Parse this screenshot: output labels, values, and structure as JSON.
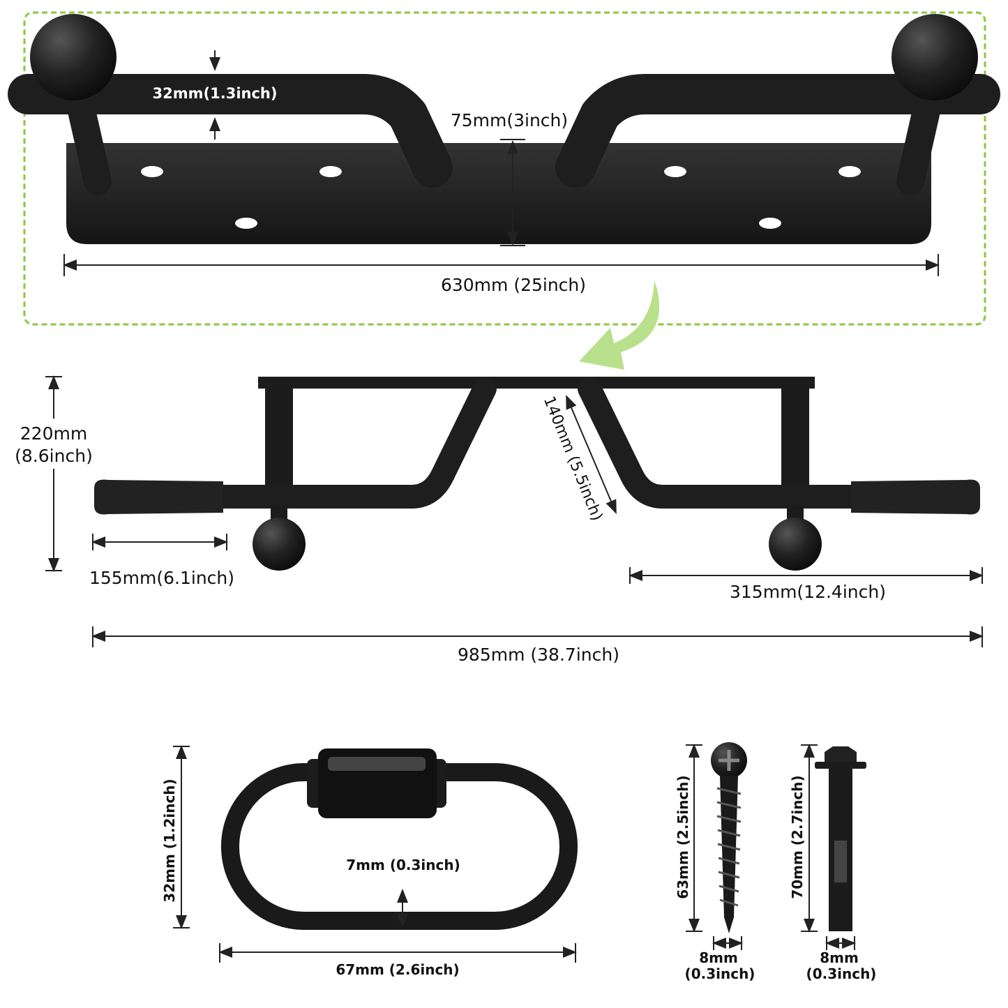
{
  "accent_color": "#8dc63f",
  "top_view": {
    "tube_diameter": "32mm(1.3inch)",
    "plate_height": "75mm(3inch)",
    "plate_width": "630mm (25inch)"
  },
  "side_view": {
    "depth": [
      "220mm",
      "(8.6inch)"
    ],
    "grip_length": "155mm(6.1inch)",
    "diagonal": "140mm (5.5inch)",
    "half_width": "315mm(12.4inch)",
    "total_width": "985mm (38.7inch)"
  },
  "accessories": {
    "link_height": "32mm (1.2inch)",
    "link_thickness": "7mm (0.3inch)",
    "link_width": "67mm (2.6inch)",
    "screw_length": "63mm (2.5inch)",
    "screw_diameter": [
      "8mm",
      "(0.3inch)"
    ],
    "bolt_length": "70mm (2.7inch)",
    "bolt_diameter": [
      "8mm",
      "(0.3inch)"
    ]
  }
}
